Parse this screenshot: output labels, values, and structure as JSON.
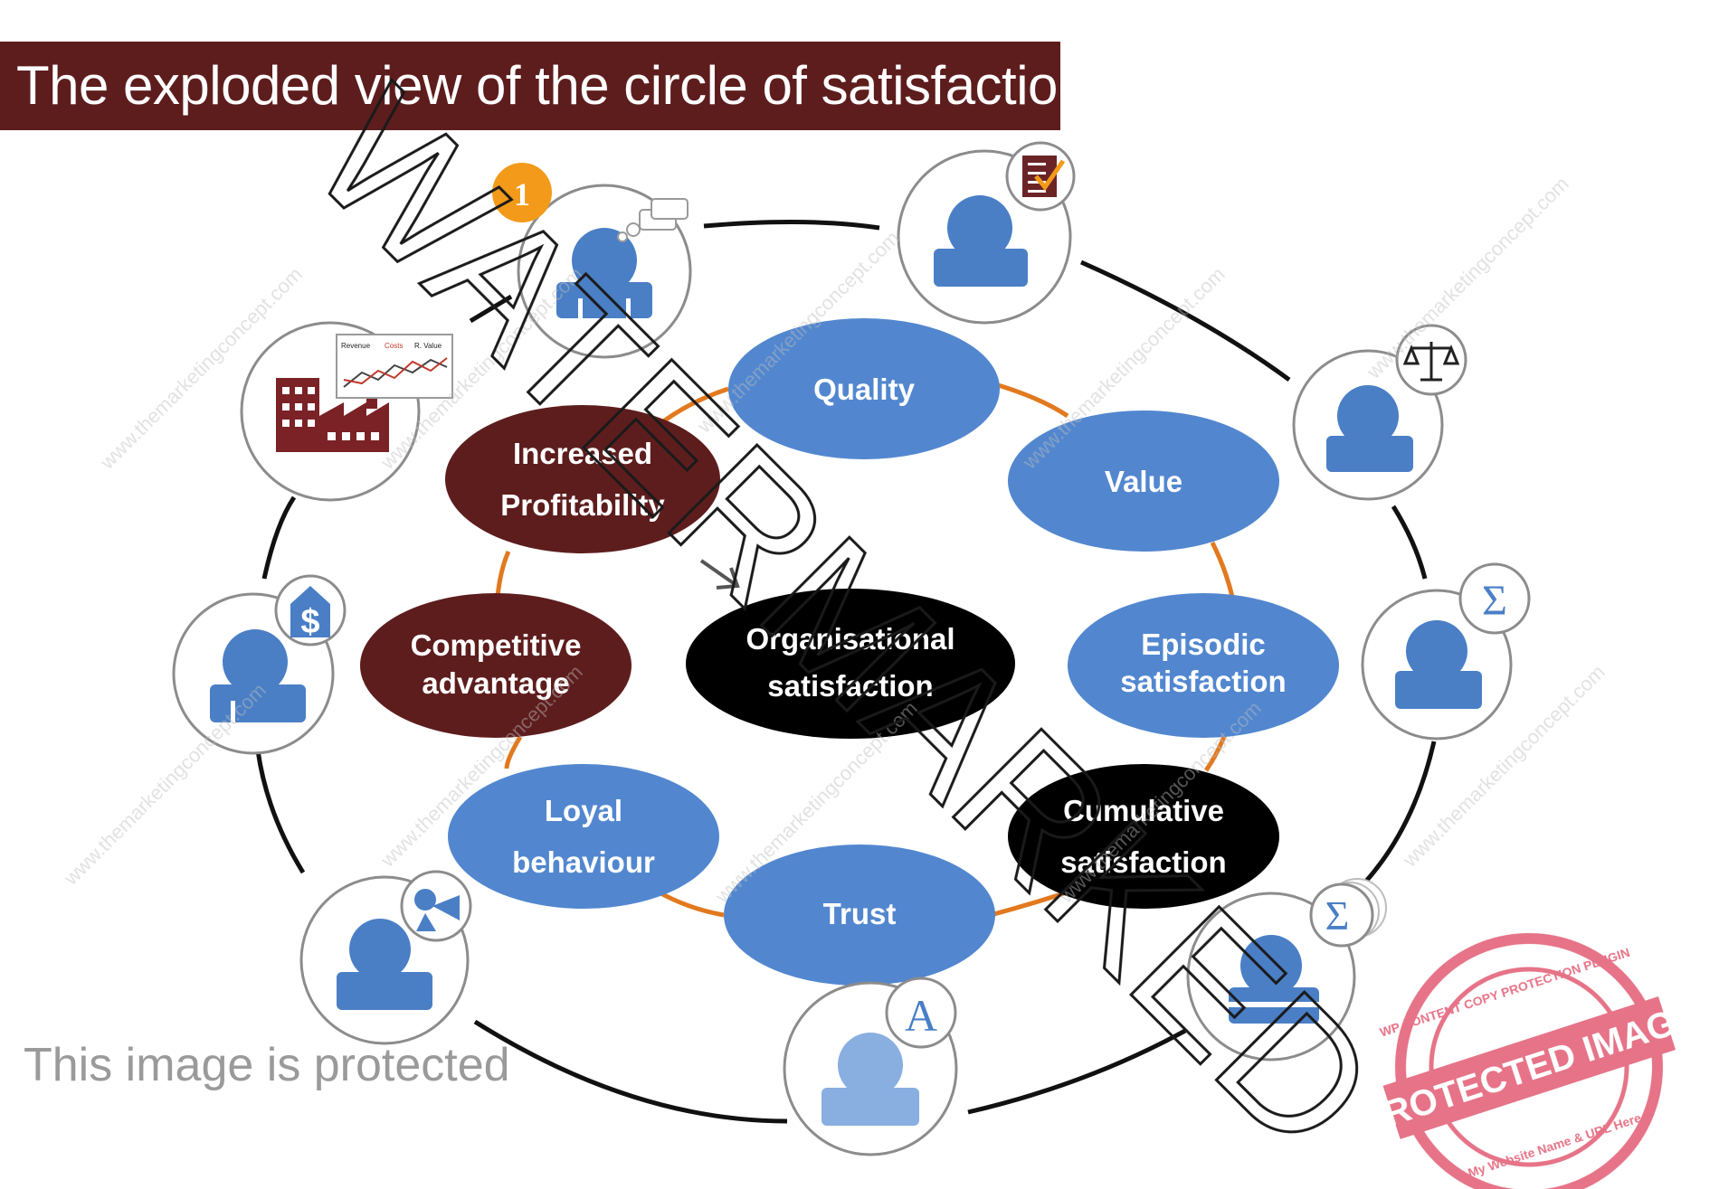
{
  "title": "The exploded view of the circle of satisfaction",
  "nodes": {
    "quality": "Quality",
    "value": "Value",
    "increased_profitability": [
      "Increased",
      "Profitability"
    ],
    "competitive_advantage": [
      "Competitive",
      "advantage"
    ],
    "organisational_satisfaction": [
      "Organisational",
      "satisfaction"
    ],
    "episodic_satisfaction": [
      "Episodic",
      "satisfaction"
    ],
    "loyal_behaviour": [
      "Loyal",
      "behaviour"
    ],
    "cumulative_satisfaction": [
      "Cumulative",
      "satisfaction"
    ],
    "trust": "Trust"
  },
  "badge_number": "1",
  "chart_label": {
    "revenue": "Revenue",
    "costs": "Costs",
    "value": "R. Value"
  },
  "icon_symbols": {
    "sigma": "Σ",
    "dollar": "$",
    "letter_a": "A"
  },
  "watermark": "WATERMARKED",
  "repeat_watermark": "www.themarketingconcept.com",
  "protected_note": "This image is protected",
  "stamp": {
    "outer_top": "WP CONTENT COPY PROTECTION PLUGIN",
    "band": "PROTECTED IMAGE",
    "outer_bottom": "My Website Name & URL Here"
  },
  "colors": {
    "title_bg": "#5e1d1d",
    "blue": "#5287cf",
    "maroon": "#5e1d1d",
    "black": "#000000",
    "orange_ring": "#e2791f",
    "outer_ring": "#111111",
    "person_blue": "#4a7fc6",
    "badge_orange": "#f39a1a",
    "stamp_red": "#e0506a"
  }
}
